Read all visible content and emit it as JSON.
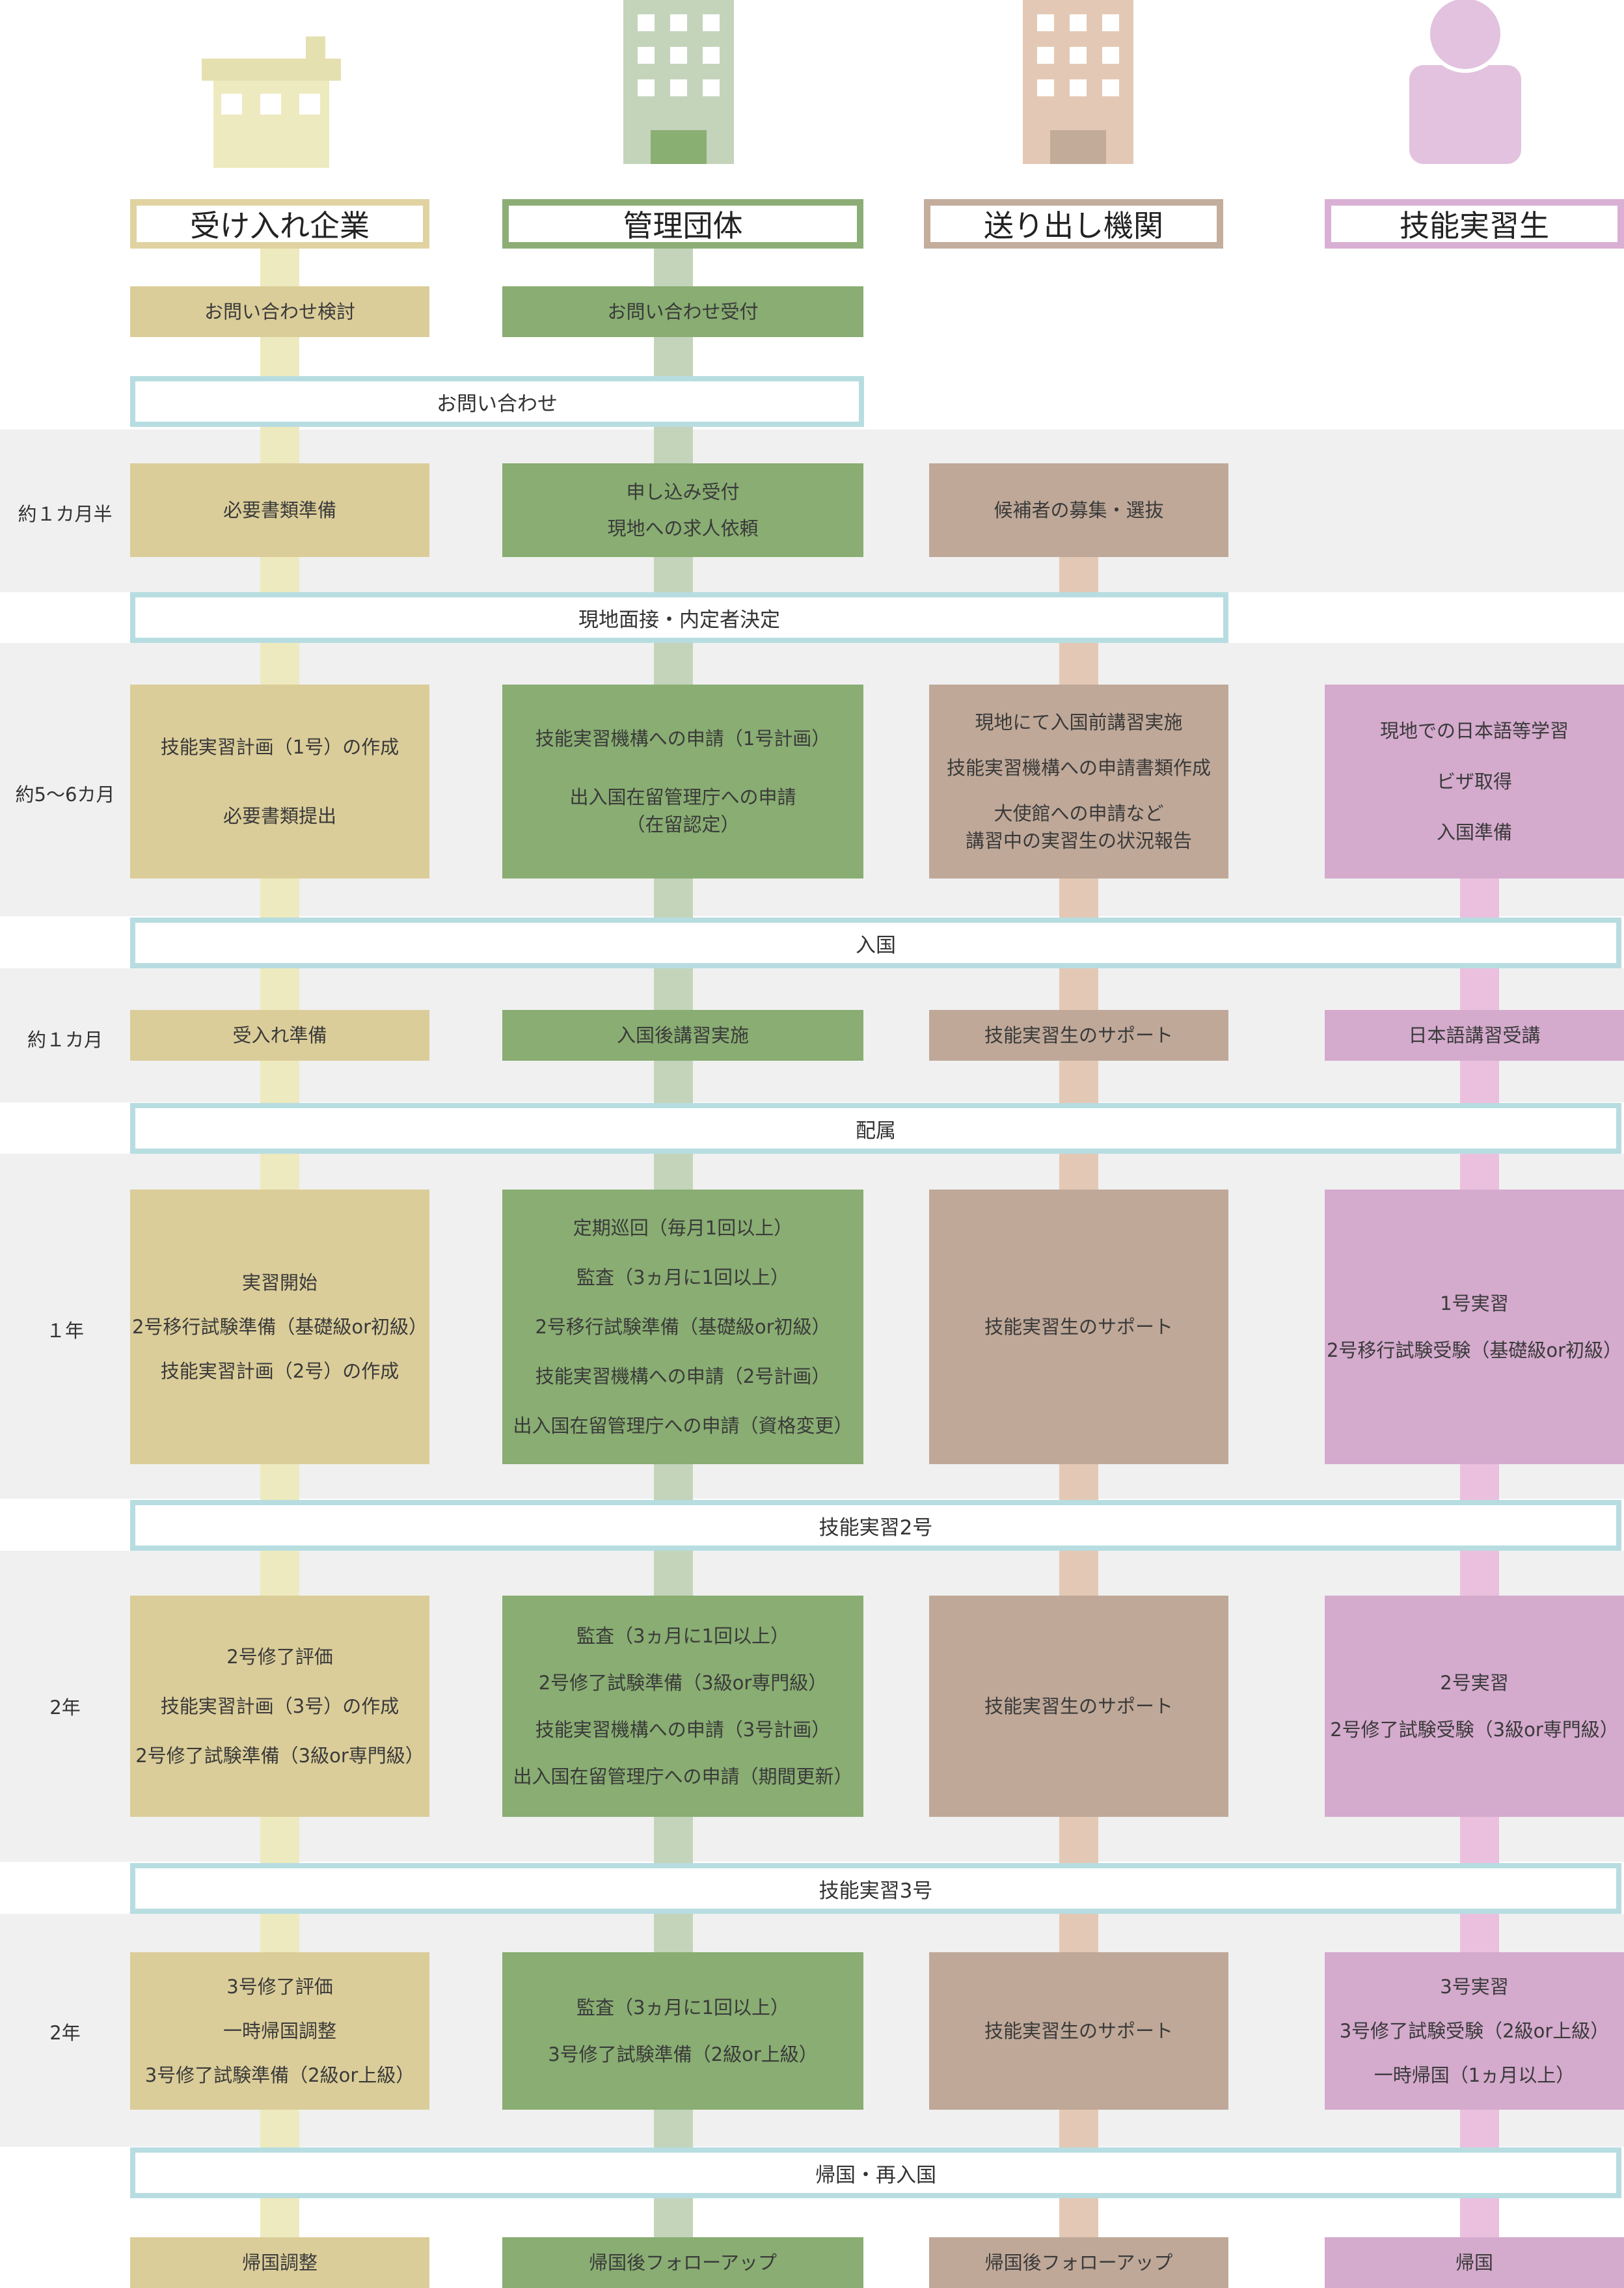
{
  "columns": [
    {
      "id": "company",
      "label": "受け入れ企業",
      "icon": "small-building-icon",
      "color": "#dbcd99",
      "bar_color": "#eeeabf",
      "border": "#e0d3a1"
    },
    {
      "id": "org",
      "label": "管理団体",
      "icon": "office-building-icon",
      "color": "#89ad72",
      "bar_color": "#c3d4bb",
      "border": "#8cae76"
    },
    {
      "id": "agency",
      "label": "送り出し機関",
      "icon": "tall-building-icon",
      "color": "#bfa898",
      "bar_color": "#e3c9b5",
      "border": "#c3ad9c"
    },
    {
      "id": "trainee",
      "label": "技能実習生",
      "icon": "person-icon",
      "color": "#d4aacd",
      "bar_color": "#ebc0df",
      "border": "#d9b0d4"
    }
  ],
  "stages": {
    "inquiry": "お問い合わせ",
    "interview": "現地面接・内定者決定",
    "entry": "入国",
    "assignment": "配属",
    "tg2": "技能実習2号",
    "tg3": "技能実習3号",
    "return": "帰国・再入国"
  },
  "periods": {
    "p1": "約１カ月半",
    "p2": "約5〜6カ月",
    "p3": "約１カ月",
    "p4": "１年",
    "p5": "2年",
    "p6": "2年"
  },
  "rows": {
    "r0": {
      "company": [
        "お問い合わせ検討"
      ],
      "org": [
        "お問い合わせ受付"
      ]
    },
    "r1": {
      "company": [
        "必要書類準備"
      ],
      "org": [
        "申し込み受付",
        "現地への求人依頼"
      ],
      "agency": [
        "候補者の募集・選抜"
      ]
    },
    "r2": {
      "company": [
        "技能実習計画（1号）の作成",
        "必要書類提出"
      ],
      "org": [
        "技能実習機構への申請（1号計画）",
        "出入国在留管理庁への申請",
        "（在留認定）"
      ],
      "agency": [
        "現地にて入国前講習実施",
        "技能実習機構への申請書類作成",
        "大使館への申請など",
        "講習中の実習生の状況報告"
      ],
      "trainee": [
        "現地での日本語等学習",
        "ビザ取得",
        "入国準備"
      ]
    },
    "r3": {
      "company": [
        "受入れ準備"
      ],
      "org": [
        "入国後講習実施"
      ],
      "agency": [
        "技能実習生のサポート"
      ],
      "trainee": [
        "日本語講習受講"
      ]
    },
    "r4": {
      "company": [
        "実習開始",
        "2号移行試験準備（基礎級or初級）",
        "技能実習計画（2号）の作成"
      ],
      "org": [
        "定期巡回（毎月1回以上）",
        "監査（3ヵ月に1回以上）",
        "2号移行試験準備（基礎級or初級）",
        "技能実習機構への申請（2号計画）",
        "出入国在留管理庁への申請（資格変更）"
      ],
      "agency": [
        "技能実習生のサポート"
      ],
      "trainee": [
        "1号実習",
        "2号移行試験受験（基礎級or初級）"
      ]
    },
    "r5": {
      "company": [
        "2号修了評価",
        "技能実習計画（3号）の作成",
        "2号修了試験準備（3級or専門級）"
      ],
      "org": [
        "監査（3ヵ月に1回以上）",
        "2号修了試験準備（3級or専門級）",
        "技能実習機構への申請（3号計画）",
        "出入国在留管理庁への申請（期間更新）"
      ],
      "agency": [
        "技能実習生のサポート"
      ],
      "trainee": [
        "2号実習",
        "2号修了試験受験（3級or専門級）"
      ]
    },
    "r6": {
      "company": [
        "3号修了評価",
        "一時帰国調整",
        "3号修了試験準備（2級or上級）"
      ],
      "org": [
        "監査（3ヵ月に1回以上）",
        "3号修了試験準備（2級or上級）"
      ],
      "agency": [
        "技能実習生のサポート"
      ],
      "trainee": [
        "3号実習",
        "3号修了試験受験（2級or上級）",
        "一時帰国（1ヵ月以上）"
      ]
    },
    "r7": {
      "company": [
        "帰国調整"
      ],
      "org": [
        "帰国後フォローアップ"
      ],
      "agency": [
        "帰国後フォローアップ"
      ],
      "trainee": [
        "帰国"
      ]
    }
  }
}
